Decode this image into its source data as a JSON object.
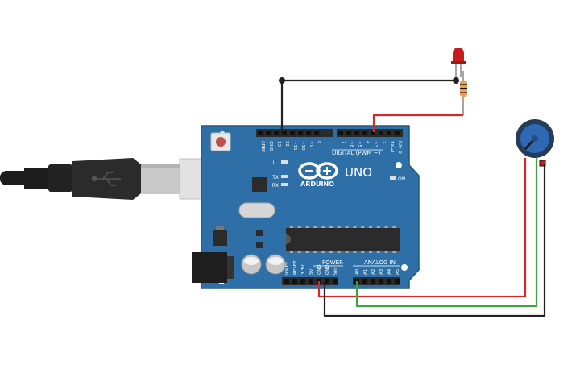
{
  "board": {
    "brand": "ARDUINO",
    "model": "UNO",
    "logo_symbol": "∞",
    "digital_header_label": "DIGITAL (PWM ~)",
    "power_label": "POWER",
    "analog_label": "ANALOG IN",
    "on_label": "ON",
    "led_l_label": "L",
    "led_tx_label": "TX",
    "led_rx_label": "RX",
    "digital_pins": [
      "AREF",
      "GND",
      "13",
      "12",
      "~11",
      "~10",
      "~9",
      "8",
      "7",
      "~6",
      "~5",
      "4",
      "~3",
      "2",
      "TX→1",
      "RX←0"
    ],
    "power_pins": [
      "IOREF",
      "RESET",
      "3.3V",
      "5V",
      "GND",
      "GND",
      "Vin"
    ],
    "analog_pins": [
      "A0",
      "A1",
      "A2",
      "A3",
      "A4",
      "A5"
    ]
  },
  "components": {
    "led": {
      "color": "red"
    },
    "resistor": {
      "type": "resistor"
    },
    "potentiometer": {
      "type": "rotary potentiometer"
    },
    "usb_cable": {
      "type": "usb-b"
    }
  },
  "wires": [
    {
      "name": "led-gnd-wire",
      "color": "#222222",
      "from": "GND",
      "to": "LED cathode"
    },
    {
      "name": "led-signal-wire",
      "color": "#d22a2a",
      "from": "~3",
      "to": "resistor"
    },
    {
      "name": "pot-5v-wire",
      "color": "#d22a2a",
      "from": "5V",
      "to": "potentiometer"
    },
    {
      "name": "pot-gnd-wire",
      "color": "#222222",
      "from": "GND",
      "to": "potentiometer"
    },
    {
      "name": "pot-wiper-wire",
      "color": "#3ca53c",
      "from": "A0",
      "to": "potentiometer wiper"
    }
  ],
  "colors": {
    "board": "#2d6fa6",
    "board_dark": "#23597f",
    "header": "#2b2b2b",
    "wire_red": "#d22a2a",
    "wire_black": "#222222",
    "wire_green": "#3ca53c"
  }
}
